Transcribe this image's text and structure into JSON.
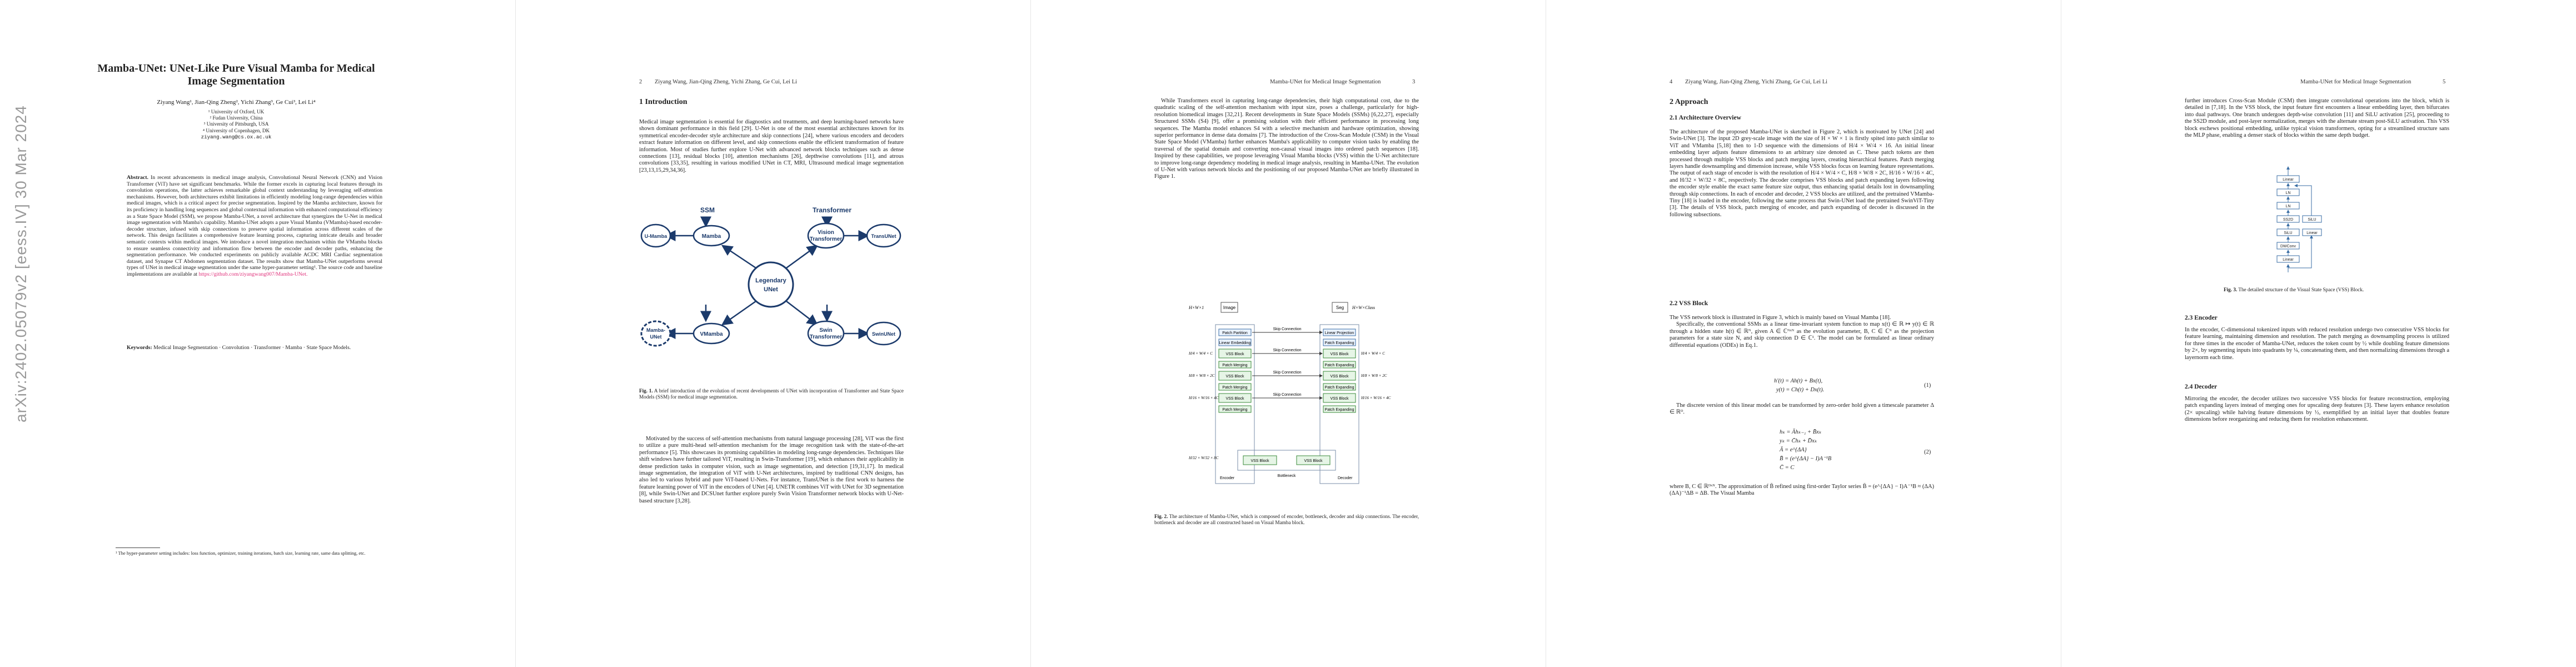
{
  "arxiv_stamp": "arXiv:2402.05079v2  [eess.IV]  30 Mar 2024",
  "page1": {
    "title": "Mamba-UNet: UNet-Like Pure Visual Mamba for Medical Image Segmentation",
    "authors": "Ziyang Wang¹, Jian-Qing Zheng², Yichi Zhang³, Ge Cui³, Lei Li⁴",
    "affiliations": [
      "¹ University of Oxford, UK",
      "² Fudan University, China",
      "³ University of Pittsburgh, USA",
      "⁴ University of Copenhagen, DK",
      "ziyang.wang@cs.ox.ac.uk"
    ],
    "abstract_label": "Abstract.",
    "abstract": "In recent advancements in medical image analysis, Convolutional Neural Network (CNN) and Vision Transformer (ViT) have set significant benchmarks. While the former excels in capturing local features through its convolution operations, the latter achieves remarkable global context understanding by leveraging self-attention mechanisms. However, both architectures exhibit limitations in efficiently modeling long-range dependencies within medical images, which is a critical aspect for precise segmentation. Inspired by the Mamba architecture, known for its proficiency in handling long sequences and global contextual information with enhanced computational efficiency as a State Space Model (SSM), we propose Mamba-UNet, a novel architecture that synergizes the U-Net in medical image segmentation with Mamba's capability. Mamba-UNet adopts a pure Visual Mamba (VMamba)-based encoder-decoder structure, infused with skip connections to preserve spatial information across different scales of the network. This design facilitates a comprehensive feature learning process, capturing intricate details and broader semantic contexts within medical images. We introduce a novel integration mechanism within the VMamba blocks to ensure seamless connectivity and information flow between the encoder and decoder paths, enhancing the segmentation performance. We conducted experiments on publicly available ACDC MRI Cardiac segmentation dataset, and Synapse CT Abdomen segmentation dataset. The results show that Mamba-UNet outperforms several types of UNet in medical image segmentation under the same hyper-parameter setting¹. The source code and baseline implementations are available at",
    "abstract_link": "https://github.com/ziyangwang007/Mamba-UNet.",
    "keywords_label": "Keywords:",
    "keywords": "Medical Image Segmentation · Convolution · Transformer · Mamba · State Space Models.",
    "footnote": "¹ The hyper-parameter setting includes: loss function, optimizer, training iterations, batch size, learning rate, same data splitting, etc."
  },
  "page2": {
    "num": "2",
    "header": "Ziyang Wang, Jian-Qing Zheng, Yichi Zhang, Ge Cui, Lei Li",
    "section": "1   Introduction",
    "para": "Medical image segmentation is essential for diagnostics and treatments, and deep learning-based networks have shown dominant performance in this field [29]. U-Net is one of the most essential architectures known for its symmetrical encoder-decoder style architecture and skip connections [24], where various encoders and decoders extract feature information on different level, and skip connections enable the efficient transformation of feature information. Most of studies further explore U-Net with advanced network blocks techniques such as dense connections [13], residual blocks [10], attention mechanisms [26], depthwise convolutions [11], and atrous convolutions [33,35], resulting in various modified UNet in CT, MRI, Ultrasound medical image segmentation [23,13,15,29,34,36].",
    "fig1": {
      "labels": {
        "ssm": "SSM",
        "transformer": "Transformer",
        "umamba": "U-Mamba",
        "mamba": "Mamba",
        "legendary": "Legendary",
        "unet": "UNet",
        "vision": "Vision",
        "transformer2": "Transformer",
        "transunet": "TransUNet",
        "mambaunet1": "Mamba-",
        "mambaunet2": "UNet",
        "vmamba": "VMamba",
        "swin": "Swin",
        "transformer3": "Transformer",
        "swinunet": "SwinUNet"
      }
    },
    "fig1_caption_label": "Fig. 1.",
    "fig1_caption": "A brief introduction of the evolution of recent developments of UNet with incorporation of Transformer and State Space Models (SSM) for medical image segmentation.",
    "para2": "Motivated by the success of self-attention mechanisms from natural language processing [28], ViT was the first to utilize a pure multi-head self-attention mechanism for the image recognition task with the state-of-the-art performance [5]. This showcases its promising capabilities in modeling long-range dependencies. Techniques like shift windows have further tailored ViT, resulting in Swin-Transformer [19], which enhances their applicability in dense prediction tasks in computer vision, such as image segmentation, and detection [19,31,17]. In medical image segmentation, the integration of ViT with U-Net architectures, inspired by traditional CNN designs, has also led to various hybrid and pure ViT-based U-Nets. For instance, TransUNet is the first work to harness the feature learning power of ViT in the encoders of UNet [4]. UNETR combines ViT with UNet for 3D segmentation [8], while Swin-UNet and DCSUnet further explore purely Swin Vision Transformer network blocks with U-Net-based structure [3,28]."
  },
  "page3": {
    "num": "3",
    "header": "Mamba-UNet for Medical Image Segmentation",
    "para": "While Transformers excel in capturing long-range dependencies, their high computational cost, due to the quadratic scaling of the self-attention mechanism with input size, poses a challenge, particularly for high-resolution biomedical images [32,21]. Recent developments in State Space Models (SSMs) [6,22,27], especially Structured SSMs (S4) [9], offer a promising solution with their efficient performance in processing long sequences. The Mamba model enhances S4 with a selective mechanism and hardware optimization, showing superior performance in dense data domains [7]. The introduction of the Cross-Scan Module (CSM) in the Visual State Space Model (VMamba) further enhances Mamba's applicability to computer vision tasks by enabling the traversal of the spatial domain and converting non-causal visual images into ordered patch sequences [18]. Inspired by these capabilities, we propose leveraging Visual Mamba blocks (VSS) within the U-Net architecture to improve long-range dependency modeling in medical image analysis, resulting in Mamba-UNet. The evolution of U-Net with various network blocks and the positioning of our proposed Mamba-UNet are briefly illustrated in Figure 1.",
    "fig2": {
      "enc": [
        "Patch Partition",
        "Linear Embedding",
        "VSS Block",
        "Patch Merging",
        "VSS Block",
        "Patch Merging",
        "VSS Block",
        "Patch Merging"
      ],
      "dec": [
        "Linear Projection",
        "Patch Expanding",
        "VSS Block",
        "Patch Expanding",
        "VSS Block",
        "Patch Expanding",
        "VSS Block",
        "Patch Expanding"
      ],
      "bottleneck": [
        "VSS Block",
        "VSS Block"
      ],
      "skip": "Skip Connection",
      "image": "Image",
      "seg": "Seg",
      "encoder": "Encoder",
      "decoder": "Decoder",
      "bottleneck_label": "Bottleneck",
      "in_dim": "H×W×1",
      "out_dim": "H×W×Class",
      "x2": "×2",
      "dims": [
        "H/4 × W/4 × C",
        "H/8 × W/8 × 2C",
        "H/16 × W/16 × 4C",
        "H/32 × W/32 × 8C"
      ]
    },
    "fig2_caption_label": "Fig. 2.",
    "fig2_caption": "The architecture of Mamba-UNet, which is composed of encoder, bottleneck, decoder and skip connections. The encoder, bottleneck and decoder are all constructed based on Visual Mamba block."
  },
  "page4": {
    "num": "4",
    "header": "Ziyang Wang, Jian-Qing Zheng, Yichi Zhang, Ge Cui, Lei Li",
    "section": "2   Approach",
    "sub1": "2.1   Architecture Overview",
    "para1": "The architecture of the proposed Mamba-UNet is sketched in Figure 2, which is motivated by UNet [24] and Swin-UNet [3]. The input 2D grey-scale image with the size of H × W × 1 is firstly spited into patch similar to ViT and VMamba [5,18] then to 1-D sequence with the dimensions of H/4 × W/4 × 16. An initial linear embedding layer adjusts feature dimensions to an arbitrary size denoted as C. These patch tokens are then processed through multiple VSS blocks and patch merging layers, creating hierarchical features. Patch merging layers handle downsampling and dimension increase, while VSS blocks focus on learning feature representations. The output of each stage of encoder is with the resolution of H/4 × W/4 × C, H/8 × W/8 × 2C, H/16 × W/16 × 4C, and H/32 × W/32 × 8C, respectively. The decoder comprises VSS blocks and patch expanding layers following the encoder style enable the exact same feature size output, thus enhancing spatial details lost in downsampling through skip connections. In each of encoder and decoder, 2 VSS blocks are utilized, and the pretrained VMamba-Tiny [18] is loaded in the encoder, following the same process that Swin-UNet load the pretrained SwinViT-Tiny [3]. The details of VSS block, patch merging of encoder, and patch expanding of decoder is discussed in the following subsections.",
    "sub2": "2.2   VSS Block",
    "para2": "The VSS network block is illustrated in Figure 3, which is mainly based on Visual Mamba [18].",
    "para3": "Specifically, the conventional SSMs as a linear time-invariant system function to map x(t) ∈ ℝ ↦ y(t) ∈ ℝ through a hidden state h(t) ∈ ℝᴺ, given A ∈ ℂᴺˣᴺ as the evolution parameter, B, C ∈ ℂᴺ as the projection parameters for a state size N, and skip connection D ∈ ℂ¹. The model can be formulated as linear ordinary differential equations (ODEs) in Eq.1.",
    "eq1a": "h′(t) = Ah(t) + Bx(t),",
    "eq1b": "y(t) = Ch(t) + Dx(t).",
    "eq1n": "(1)",
    "para4": "The discrete version of this linear model can be transformed by zero-order hold given a timescale parameter Δ ∈ ℝᴰ.",
    "eq2": [
      "hₖ = Āhₖ₋₁ + B̄xₖ",
      "yₖ = C̄hₖ + D̄xₖ",
      "Ā = e^{ΔA}",
      "B̄ = (e^{ΔA} − I)A⁻¹B",
      "C̄ = C"
    ],
    "eq2n": "(2)",
    "para5": "where B, C ∈ ℝᴰˣᴺ. The approximation of B̄ refined using first-order Taylor series B̄ = (e^{ΔA} − I)A⁻¹B ≈ (ΔA)(ΔA)⁻¹ΔB = ΔB. The Visual Mamba"
  },
  "page5": {
    "num": "5",
    "header": "Mamba-UNet for Medical Image Segmentation",
    "para": "further introduces Cross-Scan Module (CSM) then integrate convolutional operations into the block, which is detailed in [7,18]. In the VSS block, the input feature first encounters a linear embedding layer, then bifurcates into dual pathways. One branch undergoes depth-wise convolution [11] and SiLU activation [25], proceeding to the SS2D module, and post-layer normalization, merges with the alternate stream post-SiLU activation. This VSS block eschews positional embedding, unlike typical vision transformers, opting for a streamlined structure sans the MLP phase, enabling a denser stack of blocks within the same depth budget.",
    "fig3": {
      "blocks": [
        "Linear",
        "LN",
        "SS2D",
        "SiLU",
        "DWConv",
        "Linear",
        "LN"
      ],
      "side": [
        "Linear",
        "SiLU"
      ]
    },
    "fig3_caption_label": "Fig. 3.",
    "fig3_caption": "The detailed structure of the Visual State Space (VSS) Block.",
    "sub1": "2.3   Encoder",
    "para1": "In the encoder, C-dimensional tokenized inputs with reduced resolution undergo two consecutive VSS blocks for feature learning, maintaining dimension and resolution. The patch merging as downsampling process is utilized for three times in the encoder of Mamba-UNet, reduces the token count by ½ while doubling feature dimensions by 2×, by segmenting inputs into quadrants by ¼, concatenating them, and then normalizing dimensions through a layernorm each time.",
    "sub2": "2.4   Decoder",
    "para2": "Mirroring the encoder, the decoder utilizes two successive VSS blocks for feature reconstruction, employing patch expanding layers instead of merging ones for upscaling deep features [3]. These layers enhance resolution (2× upscaling) while halving feature dimensions by ½, exemplified by an initial layer that doubles feature dimensions before reorganizing and reducing them for resolution enhancement."
  }
}
